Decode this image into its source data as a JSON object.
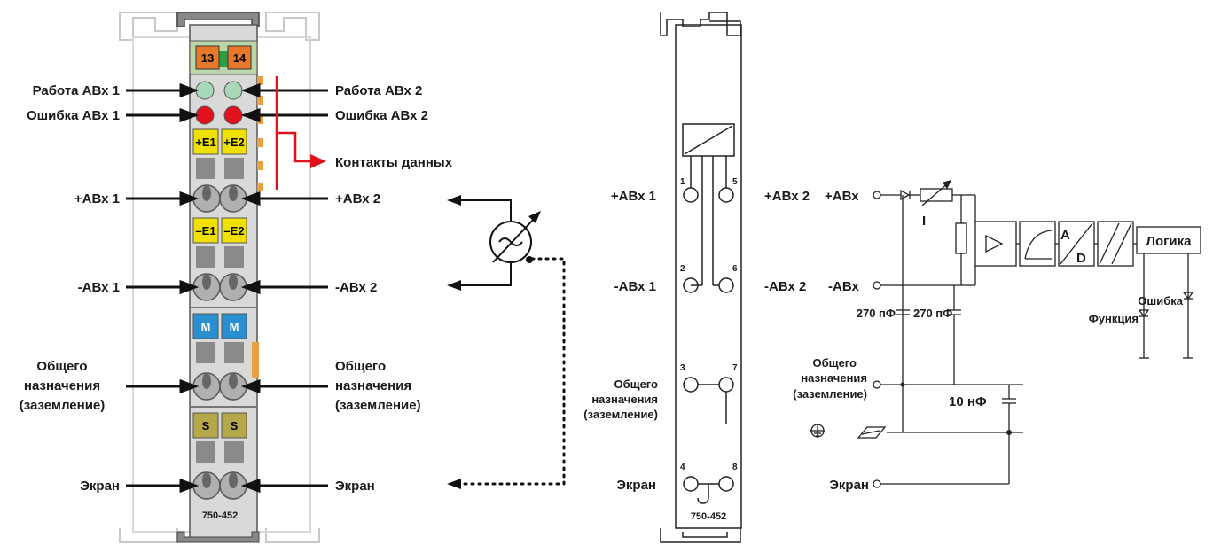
{
  "module": {
    "tags": {
      "t13": "13",
      "t14": "14",
      "e1p": "+E1",
      "e2p": "+E2",
      "e1m": "–E1",
      "e2m": "–E2",
      "m1": "M",
      "m2": "M",
      "s1": "S",
      "s2": "S"
    },
    "model": "750-452"
  },
  "left_labels": {
    "run1": "Работа АВх 1",
    "err1": "Ошибка АВх 1",
    "plus1": "+АВх 1",
    "minus1": "-АВх 1",
    "gen1_l1": "Общего",
    "gen1_l2": "назначения",
    "gen1_l3": "(заземление)",
    "shield1": "Экран"
  },
  "right_labels": {
    "run2": "Работа АВх 2",
    "err2": "Ошибка АВх 2",
    "data": "Контакты данных",
    "plus2": "+АВх 2",
    "minus2": "-АВх 2",
    "gen2_l1": "Общего",
    "gen2_l2": "назначения",
    "gen2_l3": "(заземление)",
    "shield2": "Экран"
  },
  "schematic": {
    "plus1": "+АВх 1",
    "minus1": "-АВх 1",
    "plus2": "+АВх 2",
    "minus2": "-АВх 2",
    "gen_l1": "Общего",
    "gen_l2": "назначения",
    "gen_l3": "(заземление)",
    "shield": "Экран",
    "pins": [
      "1",
      "5",
      "2",
      "6",
      "3",
      "7",
      "4",
      "8"
    ],
    "model": "750-452"
  },
  "circuit": {
    "plus": "+АВх",
    "minus": "-АВх",
    "gen_l1": "Общего",
    "gen_l2": "назначения",
    "gen_l3": "(заземление)",
    "shield": "Экран",
    "cap1": "270 пФ",
    "cap2": "270 пФ",
    "cap3": "10 нФ",
    "logic": "Логика",
    "error": "Ошибка",
    "function": "Функция",
    "i": "I",
    "a": "A",
    "d": "D"
  }
}
